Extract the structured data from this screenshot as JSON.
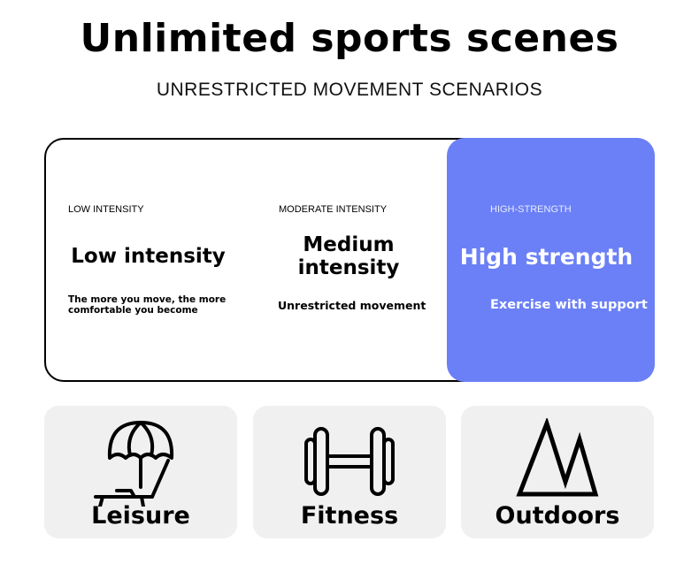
{
  "header": {
    "title": "Unlimited sports scenes",
    "subtitle": "UNRESTRICTED MOVEMENT SCENARIOS"
  },
  "levels": [
    {
      "tag": "LOW INTENSITY",
      "heading": "Low intensity",
      "desc": "The more you move, the more comfortable you become"
    },
    {
      "tag": "MODERATE INTENSITY",
      "heading": "Medium intensity",
      "desc": "Unrestricted movement"
    },
    {
      "tag": "HIGH-STRENGTH",
      "heading": "High strength",
      "desc": "Exercise with support"
    }
  ],
  "scenes": [
    {
      "label": "Leisure",
      "icon": "beach-umbrella-lounger-icon"
    },
    {
      "label": "Fitness",
      "icon": "dumbbell-icon"
    },
    {
      "label": "Outdoors",
      "icon": "mountain-icon"
    }
  ],
  "colors": {
    "accent": "#6b80f6",
    "tile": "#f0f0f0"
  }
}
